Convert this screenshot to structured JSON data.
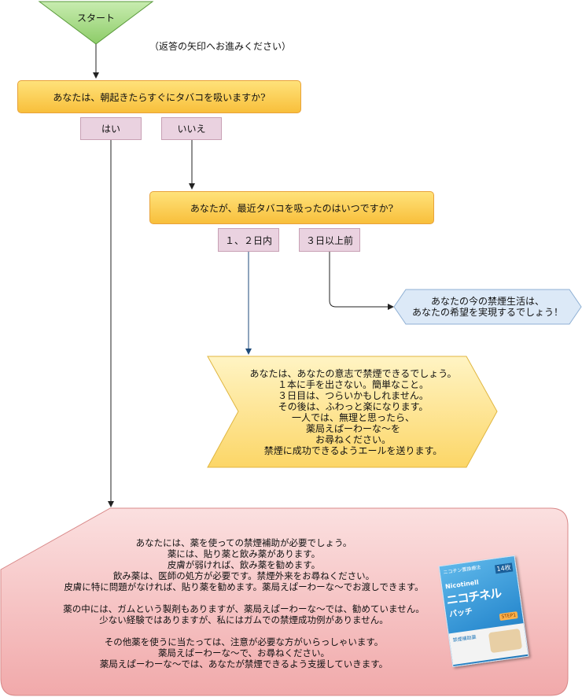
{
  "start": {
    "label": "スタート"
  },
  "note": "（返答の矢印へお進みください）",
  "q1": {
    "text": "あなたは、朝起きたらすぐにタバコを吸いますか?",
    "yes": "はい",
    "no": "いいえ"
  },
  "q2": {
    "text": "あなたが、最近タバコを吸ったのはいつですか?",
    "opt1": "１、２日内",
    "opt2": "３日以上前"
  },
  "result_hex": {
    "lines": [
      "あなたの今の禁煙生活は、",
      "あなたの希望を実現するでしょう！"
    ]
  },
  "result_arrow": {
    "lines": [
      "あなたは、あなたの意志で禁煙できるでしょう。",
      "１本に手を出さない。簡単なこと。",
      "３日目は、つらいかもしれません。",
      "その後は、ふわっと楽になります。",
      "一人では、無理と思ったら、",
      "薬局えぱーわーな～を",
      "お尋ねください。",
      "禁煙に成功できるようエールを送ります。"
    ]
  },
  "result_bottom": {
    "para1": [
      "あなたには、薬を使っての禁煙補助が必要でしょう。",
      "薬には、貼り薬と飲み薬があります。",
      "皮膚が弱ければ、飲み薬を勧めます。",
      "飲み薬は、医師の処方が必要です。禁煙外来をお尋ねください。",
      "皮膚に特に問題がなければ、貼り薬を勧めます。薬局えぱーわーな～でお渡しできます。"
    ],
    "para2": [
      "薬の中には、ガムという製剤もありますが、薬局えぱーわーな～では、勧めていません。",
      "少ない経験ではありますが、私にはガムでの禁煙成功例がありません。"
    ],
    "para3": [
      "その他薬を使うに当たっては、注意が必要な方がいらっしゃいます。",
      "薬局えぱーわーな～で、お尋ねください。",
      "薬局えぱーわーな～では、あなたが禁煙できるよう支援していきます。"
    ]
  },
  "product": {
    "top_label": "ニコチン置換療法",
    "count": "14枚",
    "brand": "Nicotinell",
    "name": "ニコチネル",
    "sub": "パッチ",
    "step": "STEP1",
    "kind": "禁煙補助薬"
  },
  "colors": {
    "start_fill": "#9fd67c",
    "question_fill": "#f8bf3b",
    "answer_fill": "#ead2e0",
    "hex_fill": "#dce9f7",
    "arrow_fill": "#fde99a",
    "bottom_fill": "#f4b8b8",
    "line_dark": "#222222",
    "line_blue": "#1d4a7a"
  }
}
